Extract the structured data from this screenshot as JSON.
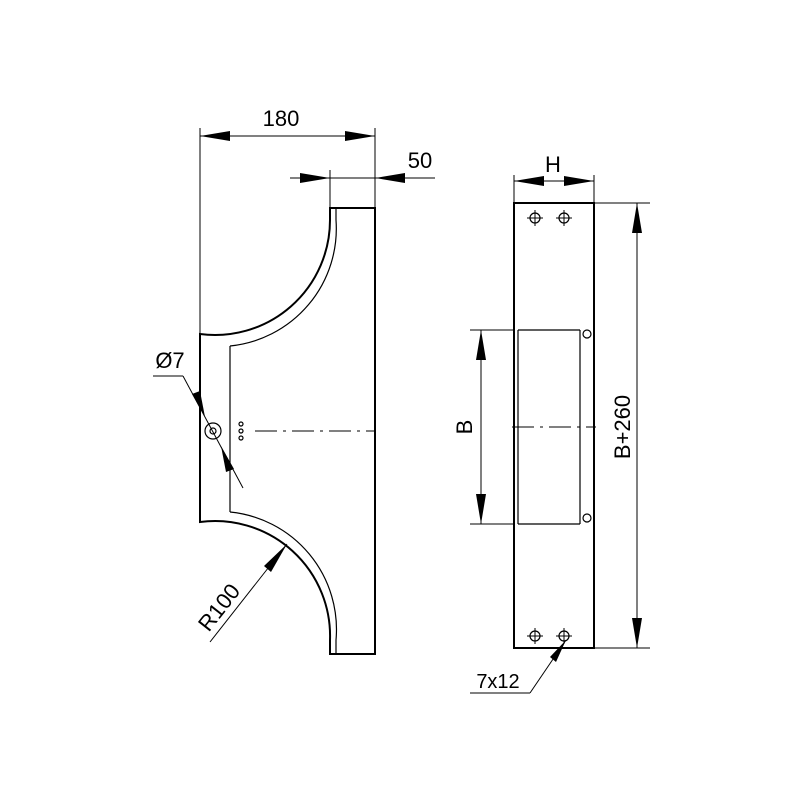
{
  "left_view": {
    "dim_width": "180",
    "dim_flange": "50",
    "dim_hole": "Ø7",
    "dim_radius": "R100"
  },
  "right_view": {
    "dim_h": "H",
    "dim_b": "B",
    "dim_total": "B+260",
    "dim_slot": "7x12"
  }
}
